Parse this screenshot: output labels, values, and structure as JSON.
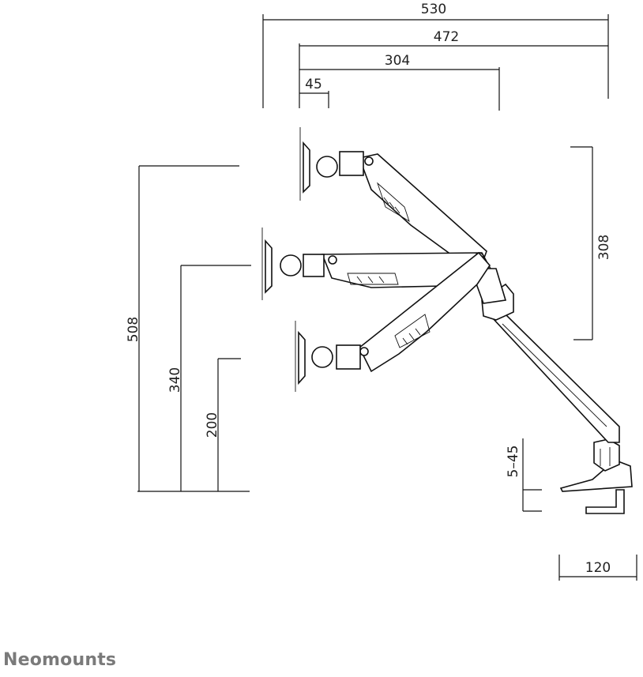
{
  "dimensions": {
    "total_reach": "530",
    "arm_reach": "472",
    "upper_arm": "304",
    "tilt_offset": "45",
    "max_height": "508",
    "mid_height": "340",
    "min_height": "200",
    "arm_lift": "308",
    "desk_thickness": "5–45",
    "clamp_depth": "120"
  },
  "brand": {
    "name": "Neomounts"
  }
}
